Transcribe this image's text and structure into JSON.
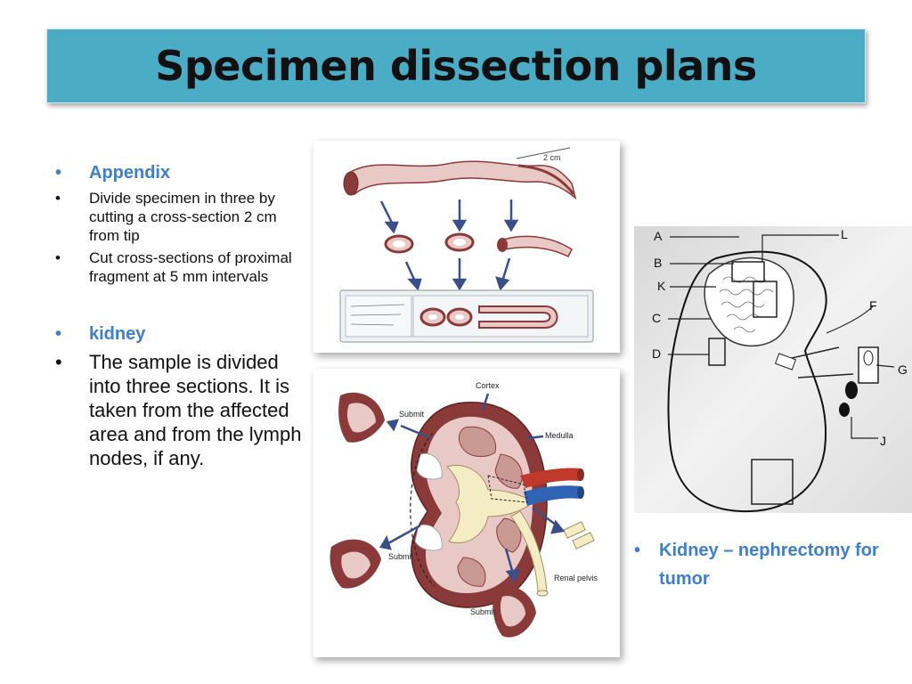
{
  "title": "Specimen dissection plans",
  "left_bullets": {
    "appendix_heading": "Appendix",
    "appendix_step1": "Divide specimen in three by cutting a cross-section 2 cm from tip",
    "appendix_step2": "Cut cross-sections of proximal fragment at 5 mm intervals",
    "kidney_heading": "kidney",
    "kidney_text": "The sample is divided into three sections. It is taken from the affected area and from the lymph nodes, if any."
  },
  "appendix_figure": {
    "measure_label": "2 cm"
  },
  "kidney_figure": {
    "cortex": "Cortex",
    "medulla": "Medulla",
    "renal_pelvis": "Renal pelvis",
    "submit_1": "Submit",
    "submit_2": "Submit",
    "submit_3": "Submit"
  },
  "nephrectomy_figure": {
    "labels": [
      "A",
      "B",
      "K",
      "C",
      "D",
      "L",
      "F",
      "G",
      "J"
    ]
  },
  "caption": "Kidney – nephrectomy for tumor",
  "colors": {
    "banner": "#4bacc6",
    "heading_blue": "#3e7fc8",
    "tissue_dark": "#8b3a3a",
    "tissue_pink": "#e8c9c5"
  }
}
